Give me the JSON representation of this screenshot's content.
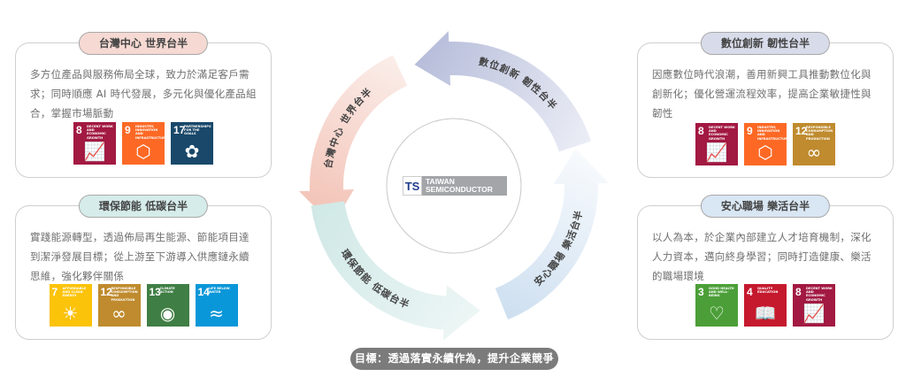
{
  "cards": [
    {
      "title": "台灣中心 世界台半",
      "desc": "多方位產品與服務佈局全球，致力於滿足客戶需求；同時順應 AI 時代發展，多元化與優化產品組合，掌握市場脈動",
      "pill_color": "#f5d9d2",
      "sdgs": [
        {
          "num": "8",
          "label": "Decent work and economic growth",
          "color": "#A21942",
          "icon": "chart-up-icon",
          "glyph": "📈"
        },
        {
          "num": "9",
          "label": "Industry, innovation and infrastructure",
          "color": "#FD6925",
          "icon": "cubes-icon",
          "glyph": "⬡"
        },
        {
          "num": "17",
          "label": "Partnerships for the goals",
          "color": "#19486A",
          "icon": "rings-icon",
          "glyph": "✿"
        }
      ]
    },
    {
      "title": "環保節能 低碳台半",
      "desc": "實踐能源轉型，透過佈局再生能源、節能項目達到潔淨發展目標；從上游至下游導入供應鏈永續思維，強化夥伴關係",
      "pill_color": "#d5ecea",
      "sdgs": [
        {
          "num": "7",
          "label": "Affordable and clean energy",
          "color": "#FCC30B",
          "icon": "sun-icon",
          "glyph": "☀"
        },
        {
          "num": "12",
          "label": "Responsible consumption and production",
          "color": "#BF8B2E",
          "icon": "infinity-icon",
          "glyph": "∞"
        },
        {
          "num": "13",
          "label": "Climate action",
          "color": "#3F7E44",
          "icon": "eye-icon",
          "glyph": "◉"
        },
        {
          "num": "14",
          "label": "Life below water",
          "color": "#0A97D9",
          "icon": "fish-icon",
          "glyph": "≈"
        }
      ]
    },
    {
      "title": "數位創新 韌性台半",
      "desc": "因應數位時代浪潮，善用新興工具推動數位化與創新化；優化營運流程效率，提高企業敏捷性與韌性",
      "pill_color": "#d8dcea",
      "sdgs": [
        {
          "num": "8",
          "label": "Decent work and economic growth",
          "color": "#A21942",
          "icon": "chart-up-icon",
          "glyph": "📈"
        },
        {
          "num": "9",
          "label": "Industry, innovation and infrastructure",
          "color": "#FD6925",
          "icon": "cubes-icon",
          "glyph": "⬡"
        },
        {
          "num": "12",
          "label": "Responsible consumption and production",
          "color": "#BF8B2E",
          "icon": "infinity-icon",
          "glyph": "∞"
        }
      ]
    },
    {
      "title": "安心職場 樂活台半",
      "desc": "以人為本，於企業內部建立人才培育機制，深化人力資本，邁向終身學習；同時打造健康、樂活的職場環境",
      "pill_color": "#d9e6f3",
      "sdgs": [
        {
          "num": "3",
          "label": "Good health and well-being",
          "color": "#4C9F38",
          "icon": "heartbeat-icon",
          "glyph": "♡"
        },
        {
          "num": "4",
          "label": "Quality education",
          "color": "#C5192D",
          "icon": "book-icon",
          "glyph": "📖"
        },
        {
          "num": "8",
          "label": "Decent work and economic growth",
          "color": "#A21942",
          "icon": "chart-up-icon",
          "glyph": "📈"
        }
      ]
    }
  ],
  "cycle": [
    {
      "label": "數位創新 韌性台半",
      "color_a": "#b3bad8",
      "color_b": "#eceef6"
    },
    {
      "label": "台灣中心 世界台半",
      "color_a": "#f2bfb2",
      "color_b": "#fbeeea"
    },
    {
      "label": "環保節能 低碳台半",
      "color_a": "#eef7f6",
      "color_b": "#cfe8e6"
    },
    {
      "label": "安心職場 樂活台半",
      "color_a": "#fbfcfe",
      "color_b": "#cddff0"
    }
  ],
  "logo": {
    "mark": "TS",
    "line1": "TAIWAN",
    "line2": "SEMICONDUCTOR"
  },
  "goal": "目標：透過落實永續作為，提升企業競爭力"
}
